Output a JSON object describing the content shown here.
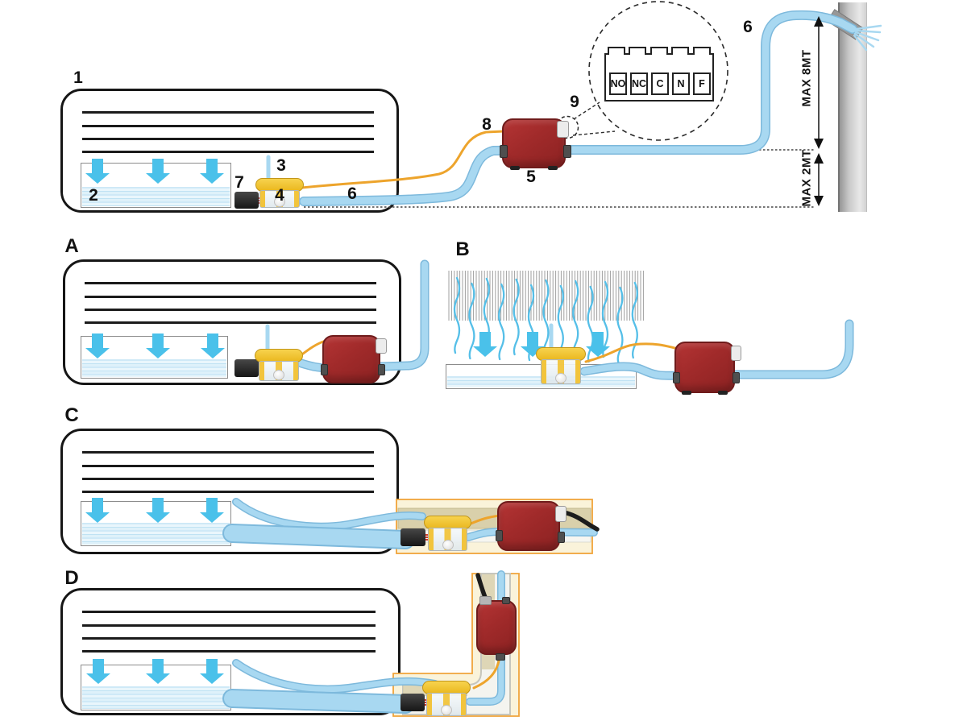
{
  "figure1": {
    "num_unit": "1",
    "num_tray": "2",
    "num_vent_tube": "3",
    "num_float_sensor": "4",
    "num_pump": "5",
    "num_tube": "6",
    "num_tube_outlet": "6",
    "num_inlet_connector": "7",
    "num_sensor_cable": "8",
    "num_power_connector": "9",
    "dim_vertical": "MAX 8MT",
    "dim_horizontal": "MAX 2MT",
    "terminals": [
      "NO",
      "NC",
      "C",
      "N",
      "F"
    ]
  },
  "panels": {
    "a": "A",
    "b": "B",
    "c": "C",
    "d": "D"
  },
  "colors": {
    "tube_blue": "#a8d8f1",
    "tube_casing": "#7db9dc",
    "arrow_blue": "#4ac1ea",
    "pump_red": "#a32c2c",
    "sensor_yellow": "#f2c232",
    "cable_orange": "#eda42c",
    "cable_black": "#1c1c1c",
    "trunking_highlight": "#faf3da",
    "trunking_border": "#f0a43a",
    "trunking_band": "#d9d0ab",
    "dotted_line": "#444444"
  }
}
